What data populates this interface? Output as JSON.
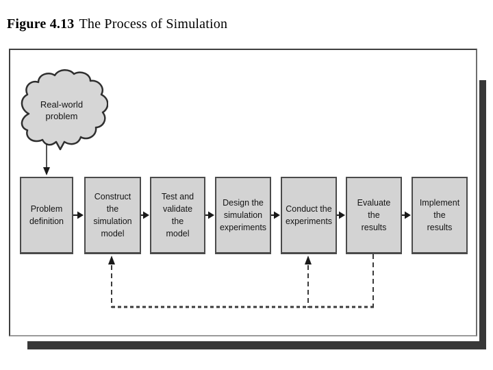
{
  "title": {
    "figure_label": "Figure 4.13",
    "figure_title": "The Process of Simulation"
  },
  "diagram": {
    "cloud": {
      "label": "Real-world\nproblem"
    },
    "steps": [
      {
        "label": "Problem\ndefinition"
      },
      {
        "label": "Construct\nthe\nsimulation\nmodel"
      },
      {
        "label": "Test and\nvalidate\nthe\nmodel"
      },
      {
        "label": "Design the\nsimulation\nexperiments"
      },
      {
        "label": "Conduct the\nexperiments"
      },
      {
        "label": "Evaluate\nthe\nresults"
      },
      {
        "label": "Implement\nthe\nresults"
      }
    ],
    "colors": {
      "box_fill": "#d3d3d3",
      "box_border": "#4a4a4a",
      "panel_shadow": "#383838",
      "arrow": "#1a1a1a",
      "dashed_feedback": "#3a3a3a"
    }
  }
}
